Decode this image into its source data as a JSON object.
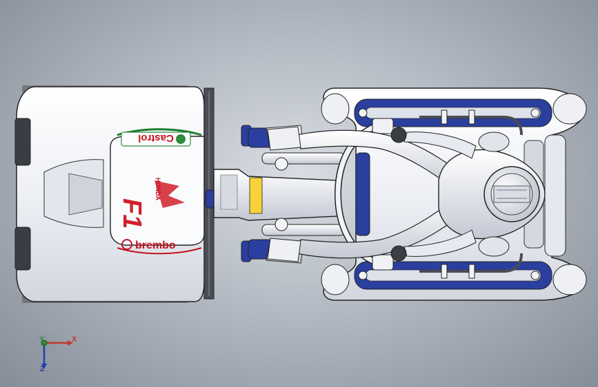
{
  "model": {
    "description_icon": "kart-assembly-top-view",
    "colors": {
      "body": "#f2f4f8",
      "accent_blue": "#2a3f9e",
      "accent_red": "#d0202a",
      "accent_green": "#2e8b3d",
      "outline": "#222222",
      "background_center": "#d9dde3",
      "background_edge": "#868d98"
    },
    "decals": {
      "sponsor_1": "Castrol",
      "sponsor_2": "brembo",
      "sponsor_3": "HONDA",
      "badge": "F1"
    }
  },
  "triad": {
    "x_label": "X",
    "y_label": "Y",
    "z_label": "Z"
  }
}
